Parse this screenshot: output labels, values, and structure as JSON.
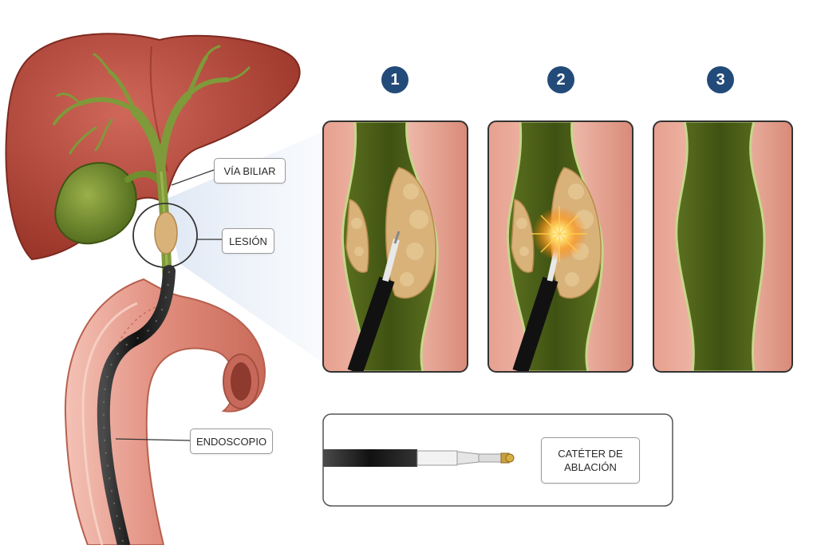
{
  "labels": {
    "via_biliar": "VÍA BILIAR",
    "lesion": "LESIÓN",
    "endoscopio": "ENDOSCOPIO",
    "cateter_line1": "CATÉTER DE",
    "cateter_line2": "ABLACIÓN"
  },
  "steps": [
    "1",
    "2",
    "3"
  ],
  "colors": {
    "liver": "#b84a3c",
    "bile_duct": "#7f9a3a",
    "gallbladder": "#6f8f2e",
    "lesion": "#d9b27a",
    "duodenum": "#e08c7c",
    "endoscope": "#1c1c1c",
    "step_badge": "#234b7a",
    "ablation_glow": "#ffb020"
  },
  "icons": [
    "magnifier-circle",
    "ablation-spark"
  ]
}
